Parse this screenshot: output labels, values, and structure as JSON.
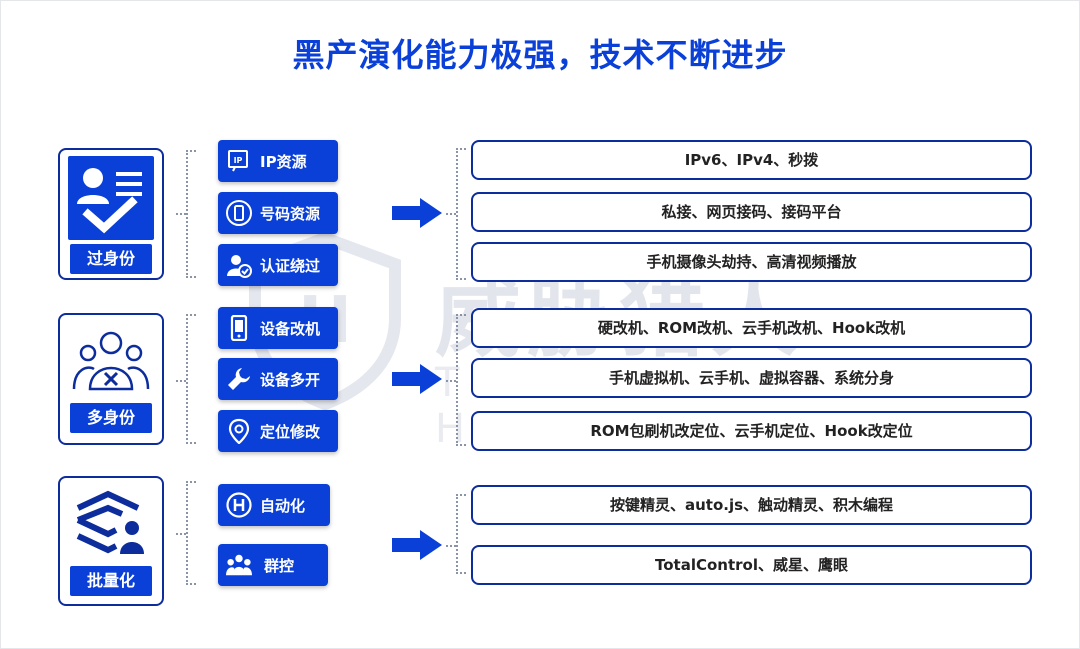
{
  "title": "黑产演化能力极强，技术不断进步",
  "watermark": {
    "cn": "威胁猎人",
    "en": "THREAT HUNTER"
  },
  "categories": [
    {
      "label": "过身份",
      "icon": "id-card-check-icon"
    },
    {
      "label": "多身份",
      "icon": "multi-user-icon"
    },
    {
      "label": "批量化",
      "icon": "batch-stack-icon"
    }
  ],
  "tools": [
    {
      "label": "IP资源",
      "icon": "ip-icon"
    },
    {
      "label": "号码资源",
      "icon": "phone-icon"
    },
    {
      "label": "认证绕过",
      "icon": "user-verify-icon"
    },
    {
      "label": "设备改机",
      "icon": "mobile-device-icon"
    },
    {
      "label": "设备多开",
      "icon": "wrench-icon"
    },
    {
      "label": "定位修改",
      "icon": "location-pin-icon"
    },
    {
      "label": "自动化",
      "icon": "automation-icon"
    },
    {
      "label": "群控",
      "icon": "group-control-icon"
    }
  ],
  "descriptions": [
    "IPv6、IPv4、秒拨",
    "私接、网页接码、接码平台",
    "手机摄像头劫持、高清视频播放",
    "硬改机、ROM改机、云手机改机、Hook改机",
    "手机虚拟机、云手机、虚拟容器、系统分身",
    "ROM包刷机改定位、云手机定位、Hook改定位",
    "按键精灵、auto.js、触动精灵、积木编程",
    "TotalControl、威星、鹰眼"
  ],
  "colors": {
    "primary": "#0a40d8",
    "border": "#0d2d9c",
    "watermark": "#e2e5ec"
  }
}
